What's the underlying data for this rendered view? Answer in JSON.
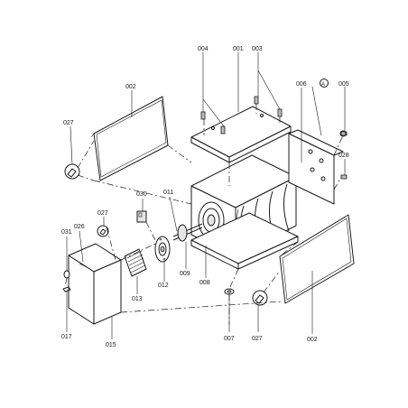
{
  "labels": {
    "p004": "004",
    "p001": "001",
    "p003": "003",
    "p006": "006",
    "pA": "A",
    "p005": "005",
    "p002_top": "002",
    "p027_left": "027",
    "p028": "028",
    "p030": "030",
    "p011": "011",
    "p027_mid": "027",
    "p026": "026",
    "p031": "031",
    "p009": "009",
    "p012": "012",
    "p013": "013",
    "p008": "008",
    "p017": "017",
    "p015": "015",
    "p007": "007",
    "p027_bottom": "027",
    "p002_bottom": "002"
  }
}
